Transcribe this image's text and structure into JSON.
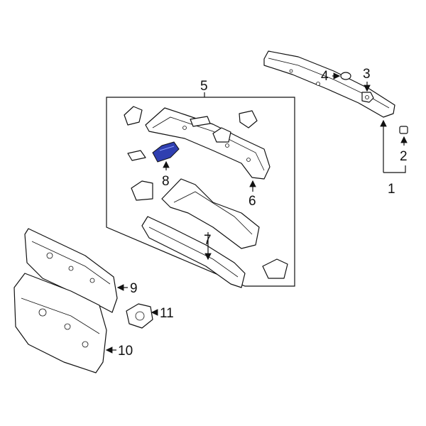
{
  "diagram": {
    "callouts": [
      "1",
      "2",
      "3",
      "4",
      "5",
      "6",
      "7",
      "8",
      "9",
      "10",
      "11"
    ],
    "highlight_color": "#2f3fb0",
    "highlighted_part": "8"
  }
}
